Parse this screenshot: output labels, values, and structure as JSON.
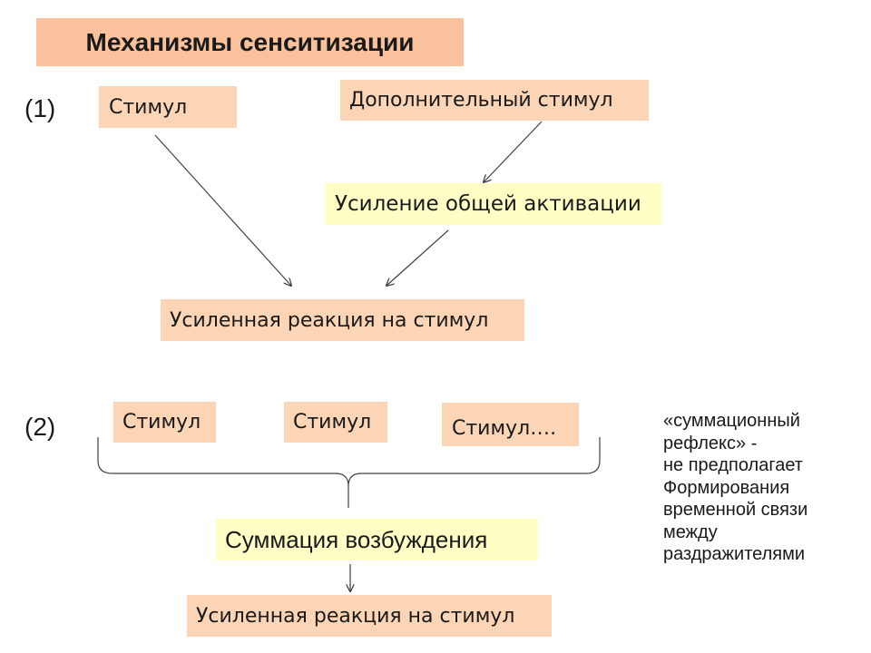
{
  "title": "Механизмы сенситизации",
  "part1": {
    "number": "(1)",
    "stimulus": "Стимул",
    "additional_stimulus": "Дополнительный стимул",
    "activation": "Усиление общей активации",
    "response": "Усиленная реакция на стимул"
  },
  "part2": {
    "number": "(2)",
    "stimuli": [
      "Стимул",
      "Стимул",
      "Стимул…."
    ],
    "summation": "Суммация возбуждения",
    "response": "Усиленная реакция на стимул"
  },
  "note_lines": [
    "«суммационный",
    "рефлекс» -",
    "не предполагает",
    "Формирования",
    "временной связи",
    "между",
    "раздражителями"
  ]
}
